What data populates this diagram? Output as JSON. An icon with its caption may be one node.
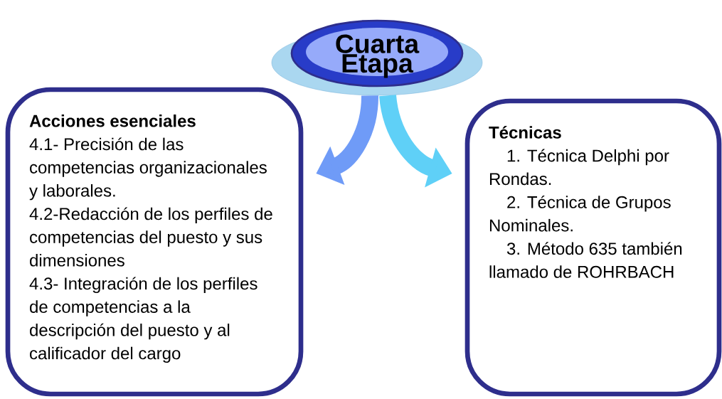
{
  "diagram": {
    "nodes": [
      {
        "text": [
          "Cuarta Etapa"
        ]
      },
      {
        "text": [
          "Acciones esenciales",
          "4.1- Precisión de las competencias organizacionales y laborales.",
          "4.2-Redacción de los perfiles de competencias del puesto y sus dimensiones",
          "4.3- Integración de los perfiles de competencias a la descripción del puesto y al calificador del cargo"
        ]
      },
      {
        "text": [
          "Técnicas",
          "1. Técnica Delphi por Rondas.",
          "2. Técnica de Grupos Nominales.",
          "3. Método 635 también llamado de ROHRBACH"
        ]
      }
    ],
    "edges": [
      {
        "from": 0,
        "to": 1,
        "arrow": "to",
        "color": "#6f9bf7"
      },
      {
        "from": 0,
        "to": 2,
        "arrow": "to",
        "color": "#5fd0f7"
      }
    ]
  }
}
